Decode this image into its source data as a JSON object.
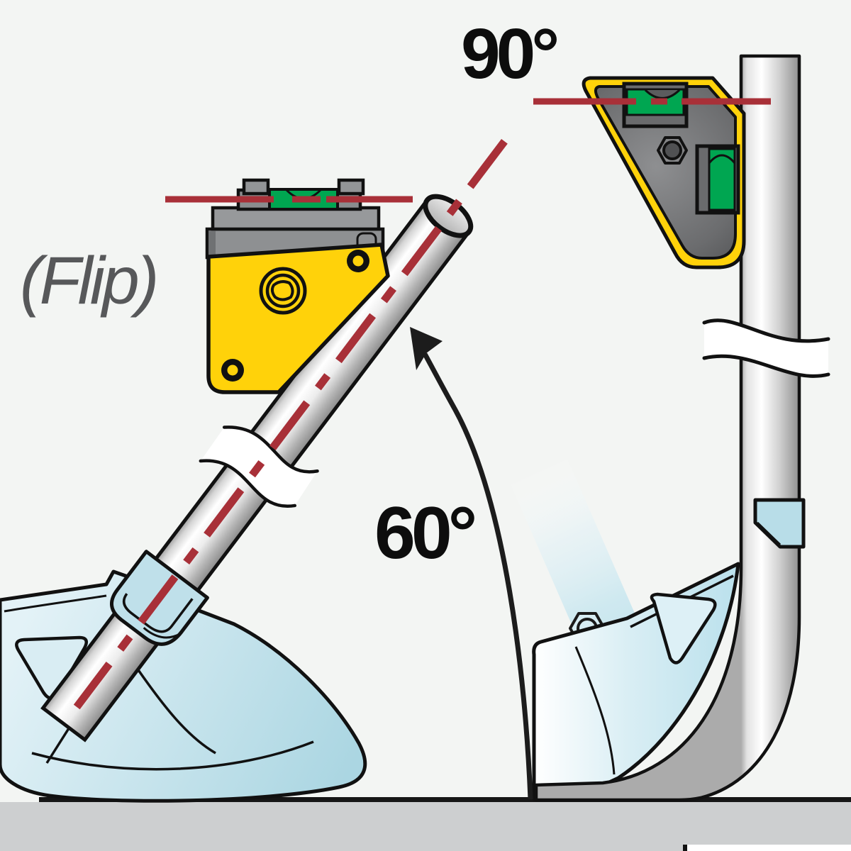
{
  "diagram": {
    "type": "instructional-illustration",
    "subject": "Bending EMT conduit from a 60-degree bend to a 90-degree bend using a magnetic level on the pipe (flip the level between steps)",
    "labels": {
      "right_angle": "90°",
      "left_angle": "60°",
      "flip_note": "(Flip)"
    },
    "colors": {
      "background": "#f3f5f3",
      "floor": "#cdcfd0",
      "floor_line": "#161616",
      "level_body_yellow": "#ffd20a",
      "level_face_gray": "#6f7072",
      "vial_green": "#00a651",
      "reference_line_red": "#a83038",
      "bender_blue": "#c7e5ee",
      "pipe_silver": "#c9c9c9",
      "outline_black": "#111111",
      "flip_text_gray": "#57585a"
    }
  }
}
